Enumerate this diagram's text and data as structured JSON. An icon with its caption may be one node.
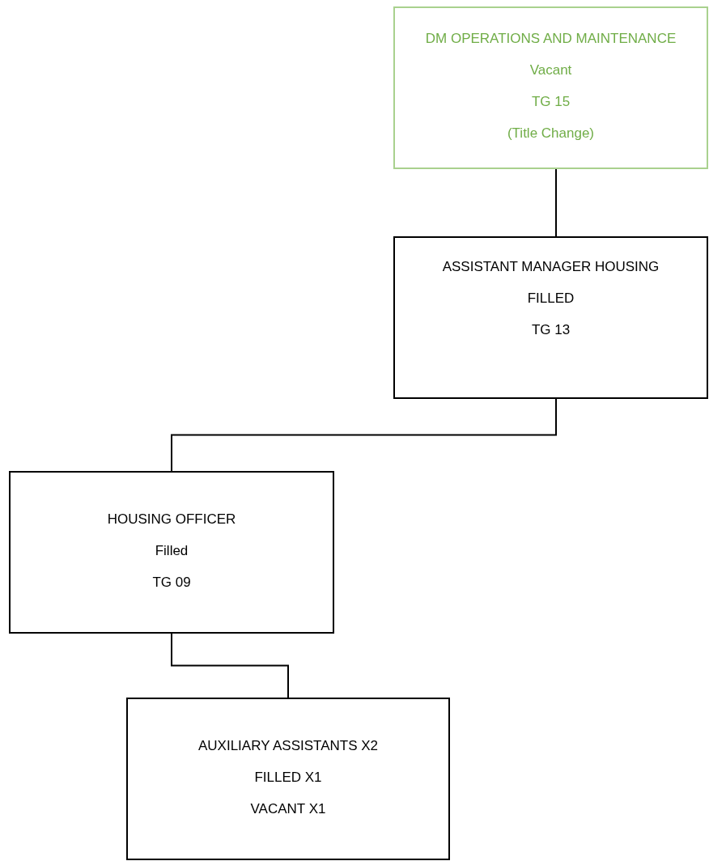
{
  "diagram": {
    "nodes": [
      {
        "text": [
          "DM OPERATIONS AND MAINTENANCE",
          "Vacant",
          "TG 15",
          "(Title Change)"
        ]
      },
      {
        "text": [
          "ASSISTANT MANAGER HOUSING",
          "FILLED",
          "TG 13"
        ]
      },
      {
        "text": [
          "HOUSING OFFICER",
          "Filled",
          "TG 09"
        ]
      },
      {
        "text": [
          "AUXILIARY ASSISTANTS X2",
          "FILLED X1",
          "VACANT X1"
        ]
      }
    ],
    "edges": [
      {
        "from": 0,
        "to": 1,
        "arrow": "none"
      },
      {
        "from": 1,
        "to": 2,
        "arrow": "none"
      },
      {
        "from": 2,
        "to": 3,
        "arrow": "none"
      }
    ]
  }
}
